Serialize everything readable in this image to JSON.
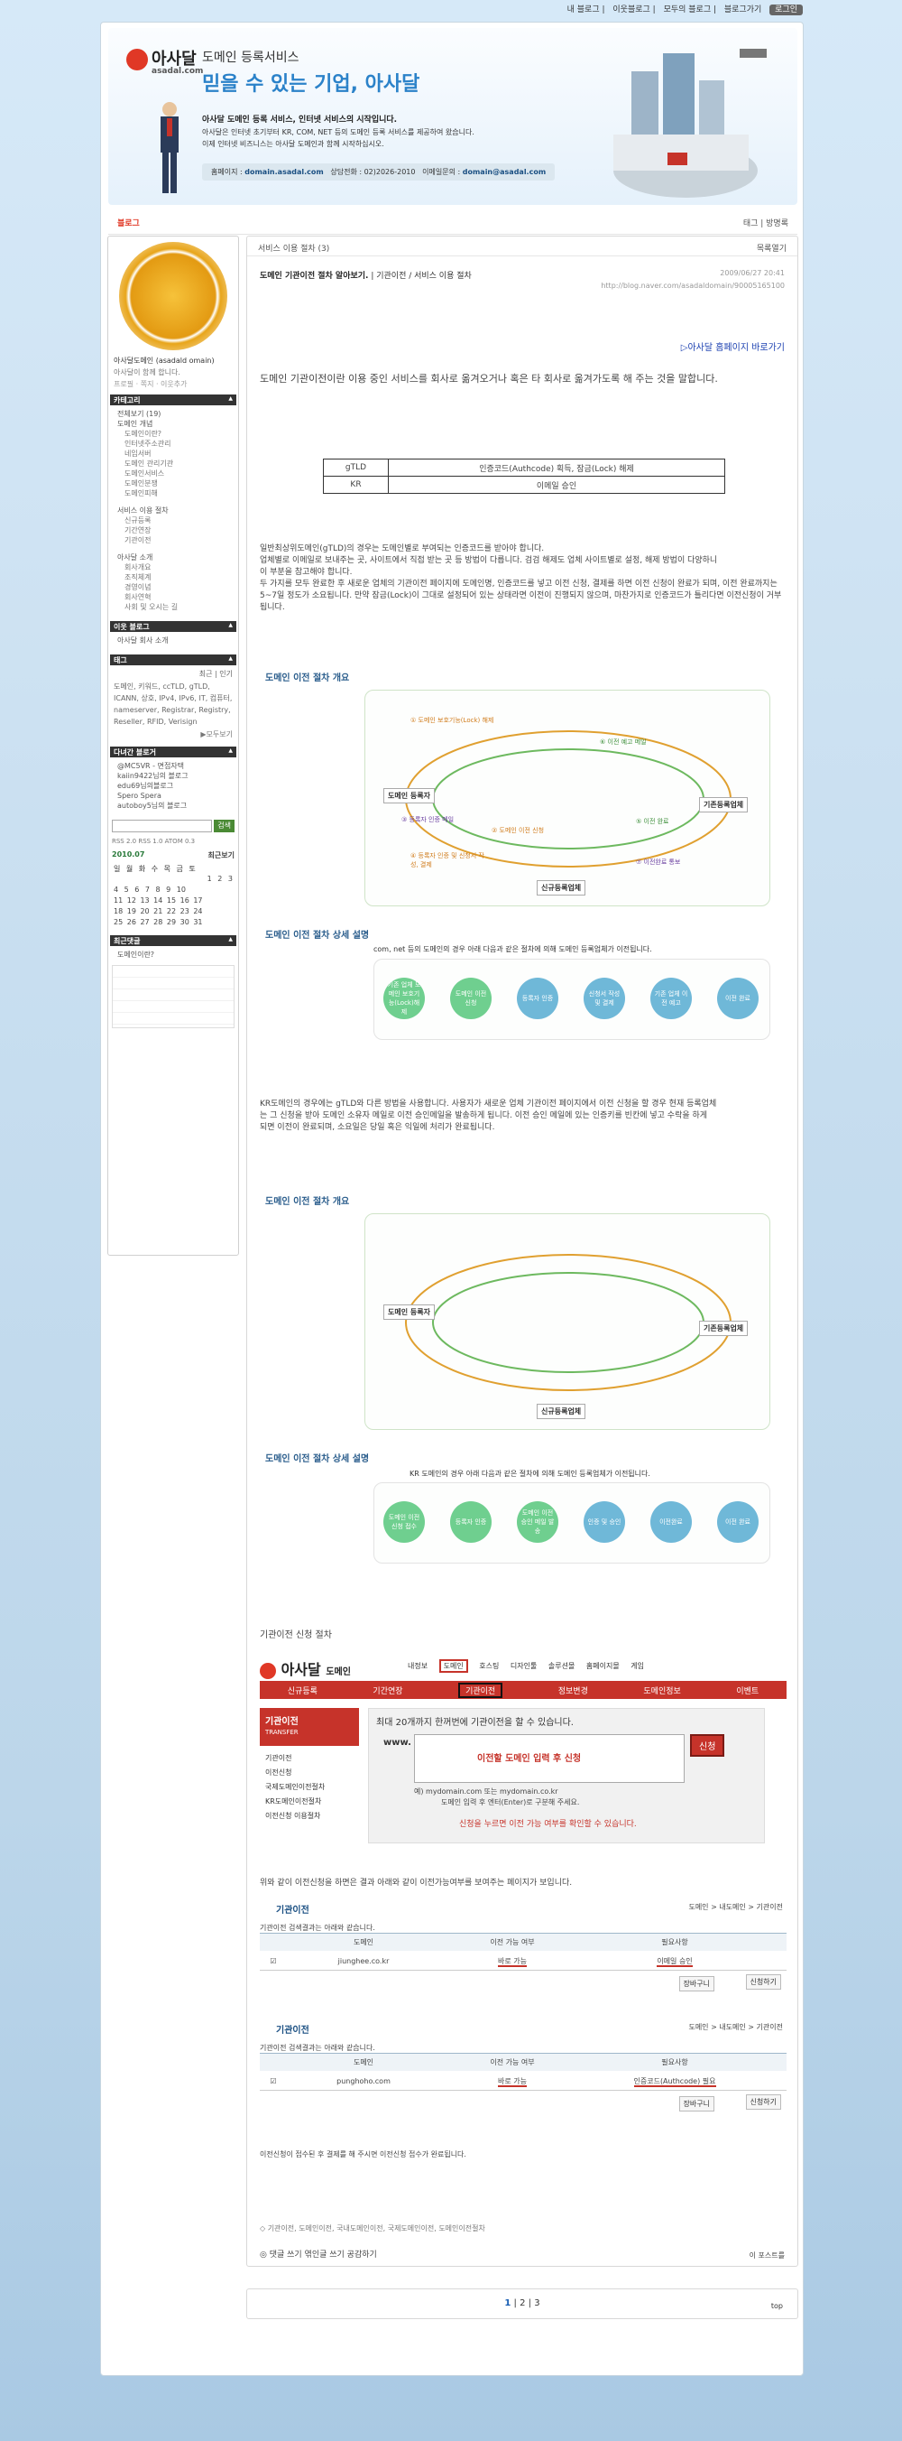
{
  "topnav": {
    "items": [
      "내 블로그",
      "이웃블로그",
      "모두의 블로그",
      "블로그가기"
    ],
    "login": "로그인"
  },
  "header": {
    "logo": "아사달",
    "logo_sub": "asadal.com",
    "title": "도메인 등록서비스",
    "slogan": "믿을 수 있는 기업, 아사달",
    "desc_bold": "아사달 도메인 등록 서비스, 인터넷 서비스의 시작입니다.",
    "desc1": "아사달은 인터넷 초기부터 KR, COM, NET 등의 도메인 등록 서비스를 제공하여 왔습니다.",
    "desc2": "이제 인터넷 비즈니스는 아사달 도메인과 함께 시작하십시오.",
    "contact_home": "홈페이지 :",
    "contact_home_v": "domain.asadal.com",
    "contact_tel": "상담전화 : 02)2026-2010",
    "contact_mail": "이메일문의 :",
    "contact_mail_v": "domain@asadal.com"
  },
  "menubar": {
    "blog": "블로그",
    "tag": "태그",
    "guestbook": "방명록"
  },
  "sidebar": {
    "profile_name": "아사달도메인 (asadald omain)",
    "profile_desc": "아사달이 함께 합니다.",
    "profile_links": "프로필 · 쪽지 · 이웃추가",
    "category_h": "카테고리",
    "categories": [
      "전체보기 (19)",
      "도메인 개념",
      "도메인이란?",
      "인터넷주소관리",
      "네임서버",
      "도메인 관리기관",
      "도메인서비스",
      "도메인분쟁",
      "도메인피해",
      "서비스 이용 절차",
      "신규등록",
      "기간연장",
      "기관이전",
      "아사달 소개",
      "회사개요",
      "조직체계",
      "경영이념",
      "회사연혁",
      "사회 및 오시는 길"
    ],
    "neighbor_h": "이웃 블로그",
    "neighbor": "아사달 회사 소개",
    "tag_h": "태그",
    "tag_tabs": "최근 | 인기",
    "tags": "도메인, 키워드, ccTLD, gTLD, ICANN, 상호, IPv4, IPv6, IT, 컴퓨터, nameserver, Registrar, Registry, Reseller, RFID, Verisign",
    "tag_more": "▶모두보기",
    "others_h": "다녀간 블로거",
    "others": [
      "@MC5VR - 면접자택",
      "kaiin9422님의 블로그",
      "edu69님의블로그",
      "Spero Spera",
      "autoboy5님의 블로그"
    ],
    "search_btn": "검색",
    "rss": "RSS 2.0  RSS 1.0  ATOM 0.3",
    "cal_month": "2010.07",
    "cal_head": "일 월 화 수 목 금 토",
    "cal_rows": [
      "1 2 3",
      "4 5 6 7 8 9 10",
      "11 12 13 14 15 16 17",
      "18 19 20 21 22 23 24",
      "25 26 27 28 29 30 31"
    ],
    "cal_right": "최근보기",
    "recent_h": "최근댓글",
    "recent": "도메인이란?"
  },
  "main": {
    "crumb": "서비스 이용 절차 (3)",
    "list_toggle": "목록열기",
    "post_title": "도메인 기관이전 절차 알아보기.",
    "post_cat": "| 기관이전 / 서비스 이용 절차",
    "post_date": "2009/06/27 20:41",
    "post_url": "http://blog.naver.com/asadaldomain/90005165100",
    "home_link": "▷아사달 홈페이지 바로가기",
    "intro": "도메인 기관이전이란 이용 중인 서비스를 회사로 옮겨오거나 혹은 타 회사로 옮겨가도록 해 주는 것을 말합니다.",
    "tbl": [
      [
        "gTLD",
        "인증코드(Authcode) 획득, 잠금(Lock) 해제"
      ],
      [
        "KR",
        "이메일 승인"
      ]
    ],
    "p1": "일반최상위도메인(gTLD)의 경우는 도메인별로 부여되는 인증코드를 받아야 합니다.",
    "p2": "업체별로 이메일로 보내주는 곳, 사이트에서 직접 받는 곳 등 방법이 다릅니다. 검검 해제도 업체 사이트별로 설정, 해제 방법이 다양하니",
    "p3": "이 부분을 참고해야 합니다.",
    "p4": "두 가지를 모두 완료한 후 새로운 업체의 기관이전 페이지에 도메인명, 인증코드를 넣고 이전 신청, 결제를 하면 이전 신청이 완료가 되며, 이전 완료까지는 5~7일 정도가 소요됩니다. 만약 잠금(Lock)이 그대로 설정되어 있는 상태라면 이전이 진행되지 않으며, 마찬가지로 인증코드가 틀리다면 이전신청이 거부됩니다.",
    "sub1": "도메인 이전 절차 개요",
    "sub2": "도메인 이전 절차 상세 설명",
    "d1": {
      "a": "도메인 등록자",
      "b": "기존등록업체",
      "c": "신규등록업체",
      "s1": "① 도메인 보호기능(Lock) 해제",
      "s2": "② 도메인 이전 신청",
      "s3": "③ 등록자 인증 메일",
      "s4": "④ 등록자 인증 및 신청서 작성, 결제",
      "s5": "⑤ 이전 완료",
      "s6": "⑥ 이전 예고 메일",
      "s7": "⑦ 이전완료 통보"
    },
    "d2_note": "com, net 등의 도메인의 경우 아래 다음과 같은 절차에 의해 도메인 등록업체가 이전됩니다.",
    "steps1": [
      "기존 업체 도메인 보호기능(Lock)해제",
      "도메인 이전 신청",
      "등록자 인증",
      "신청서 작성 및 결제",
      "기존 업체 이전 예고",
      "이전 완료"
    ],
    "p5": "KR도메인의 경우에는 gTLD와 다른 방법을 사용합니다. 사용자가 새로운 업체 기관이전 페이지에서 이전 신청을 할 경우 현재 등록업체",
    "p6": "는 그 신청을 받아 도메인 소유자 메일로 이전 승인메일을 발송하게 됩니다. 이전 승인 메일에 있는 인증키를 빈칸에 넣고 수락을 하게",
    "p7": "되면 이전이 완료되며, 소요일은 당일 혹은 익일에 처리가 완료됩니다.",
    "d4_note": "KR 도메인의 경우 아래 다음과 같은 절차에 의해 도메인 등록업체가 이전됩니다.",
    "steps2": [
      "도메인 이전신청 접수",
      "등록자 인증",
      "도메인 이전 승인 메일 발송",
      "인증 및 승인",
      "이전완료",
      "이전 완료"
    ],
    "apply_h": "기관이전 신청 절차",
    "site": {
      "menu": [
        "내정보",
        "도메인",
        "호스팅",
        "디자인툴",
        "솔루션몰",
        "홈페이지몰",
        "게임"
      ],
      "tabs": [
        "신규등록",
        "기간연장",
        "기관이전",
        "정보변경",
        "도메인정보",
        "이벤트"
      ],
      "left_h": "기관이전",
      "left_sub": "TRANSFER",
      "left_items": [
        "기관이전",
        "이전신청",
        "국제도메인이전절차",
        "KR도메인이전절차",
        "이전신청 이용절차"
      ],
      "box_h": "최대 20개까지 한꺼번에 기관이전을 할 수 있습니다.",
      "box_www": "www.",
      "box_red": "이전할 도메인 입력 후 신청",
      "box_btn": "신청",
      "box_ex1": "예) mydomain.com 또는 mydomain.co.kr",
      "box_ex2": "도메인 입력 후 엔터(Enter)로 구분해 주세요.",
      "box_warn": "신청을 누르면 이전 가능 여부를 확인할 수 있습니다."
    },
    "p8": "위와 같이 이전신청을 하면은 결과 아래와 같이 이전가능여부를 보여주는 페이지가 보입니다.",
    "r1": {
      "h": "기관이전",
      "crumb": "도메인 > 내도메인 > 기관이전",
      "note": "기관이전 검색결과는 아래와 같습니다.",
      "cols": [
        "도메인",
        "이전 가능 여부",
        "필요사항"
      ],
      "row": [
        "jiunghee.co.kr",
        "바로 가능",
        "이메일 승인"
      ],
      "b1": "장바구니",
      "b2": "신청하기"
    },
    "r2": {
      "h": "기관이전",
      "crumb": "도메인 > 내도메인 > 기관이전",
      "note": "기관이전 검색결과는 아래와 같습니다.",
      "cols": [
        "도메인",
        "이전 가능 여부",
        "필요사항"
      ],
      "row": [
        "punghoho.com",
        "바로 가능",
        "인증코드(Authcode) 필요"
      ],
      "b1": "장바구니",
      "b2": "신청하기"
    },
    "p9": "이전신청이 접수된 후 결제를 해 주시면 이전신청 접수가 완료됩니다.",
    "tags": "◇ 기관이전, 도메인이전, 국내도메인이전, 국제도메인이전, 도메인이전절차",
    "foot_l": "◎ 댓글 쓰기   엮인글 쓰기   공감하기",
    "foot_r": "이 포스트를"
  },
  "pagination": {
    "pages": [
      "1",
      "2",
      "3"
    ],
    "top": "top"
  }
}
